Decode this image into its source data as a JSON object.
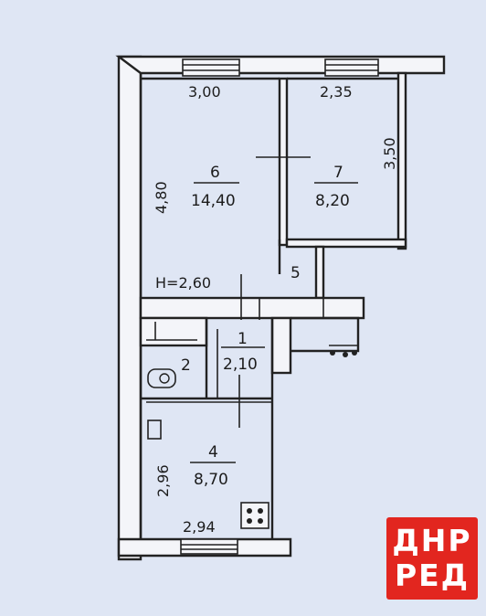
{
  "plan": {
    "ceiling_height": "H=2,60",
    "rooms": [
      {
        "id": "room-6",
        "number": "6",
        "area": "14,40"
      },
      {
        "id": "room-7",
        "number": "7",
        "area": "8,20"
      },
      {
        "id": "room-1",
        "number": "1",
        "area": "2,10"
      },
      {
        "id": "room-4",
        "number": "4",
        "area": "8,70"
      },
      {
        "id": "room-2",
        "number": "2"
      },
      {
        "id": "room-5",
        "number": "5"
      }
    ],
    "dimensions": {
      "room6_width": "3,00",
      "room6_length": "4,80",
      "room7_width": "2,35",
      "room7_length": "3,50",
      "room4_length": "2,96",
      "room4_width": "2,94"
    }
  },
  "watermark": {
    "line1": "ДНР",
    "line2": "РЕД",
    "color": "#e2261f"
  },
  "colors": {
    "background": "#dfe6f4",
    "walls": "#222222"
  }
}
